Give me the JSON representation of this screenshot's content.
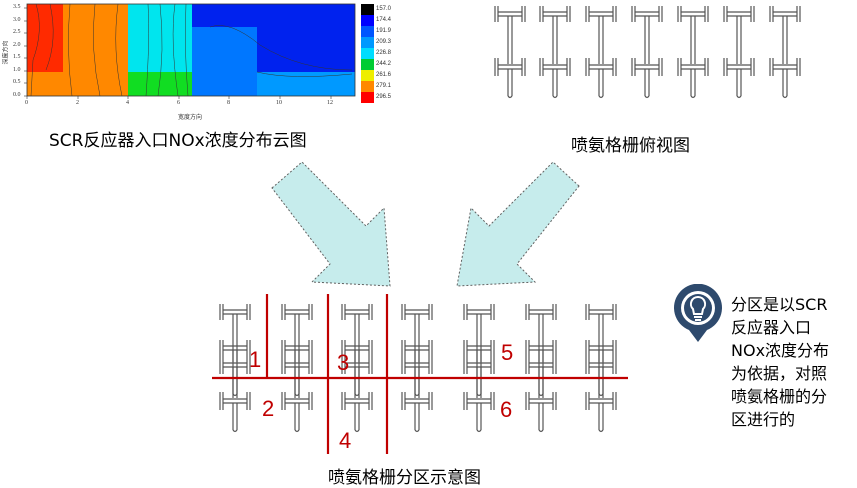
{
  "heatmap": {
    "caption": "SCR反应器入口NOx浓度分布云图",
    "x_axis_label": "宽度方向",
    "y_axis_label": "深度方向",
    "x_ticks": [
      "0",
      "2",
      "4",
      "6",
      "8",
      "10",
      "12"
    ],
    "y_ticks": [
      "0.0",
      "0.5",
      "1.0",
      "1.5",
      "2.0",
      "2.5",
      "3.0",
      "3.5"
    ],
    "colorbar_ticks": [
      "157.0",
      "174.4",
      "191.9",
      "209.3",
      "226.8",
      "244.2",
      "261.6",
      "279.1",
      "296.5"
    ],
    "colorbar_colors": [
      "#000000",
      "#0000ff",
      "#0055ff",
      "#0099ff",
      "#00ddff",
      "#00cc33",
      "#eeee00",
      "#ff8800",
      "#ff0000"
    ]
  },
  "top_view": {
    "caption": "喷氨格栅俯视图"
  },
  "zone_diagram": {
    "caption": "喷氨格栅分区示意图",
    "zones": [
      "1",
      "2",
      "3",
      "4",
      "5",
      "6"
    ]
  },
  "note": {
    "lines": [
      "分区是以SCR",
      "反应器入口",
      "NOx浓度分布",
      "为依据，对照",
      "喷氨格栅的分",
      "区进行的"
    ]
  },
  "colors": {
    "arrow_fill": "#c6ecec",
    "arrow_stroke": "#606060",
    "zone_lines": "#c00000",
    "note_icon": "#2e4a6d"
  }
}
